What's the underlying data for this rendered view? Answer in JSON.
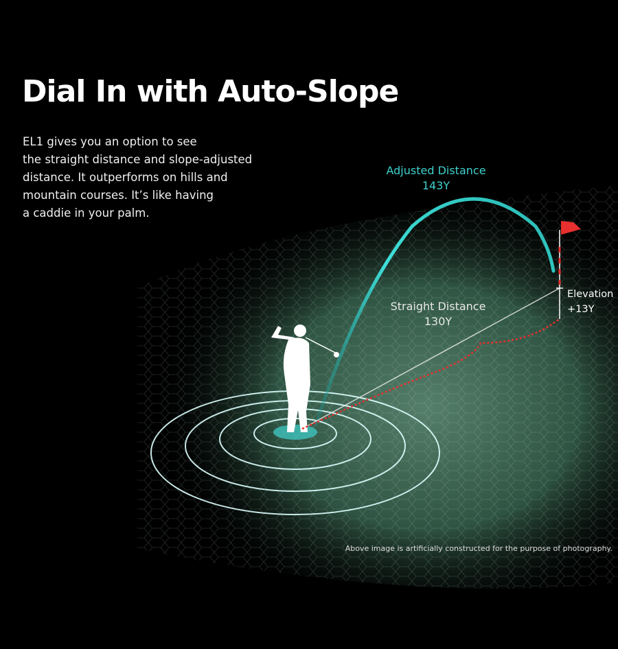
{
  "title": "Dial In with Auto-Slope",
  "description_lines": [
    "EL1 gives you an option to see",
    "the straight distance and slope-adjusted",
    "distance.  It outperforms on hills and",
    "mountain courses.  It’s like having",
    "a caddie in your palm."
  ],
  "labels": {
    "adjusted_title": "Adjusted Distance",
    "adjusted_value": "143Y",
    "straight_title": "Straight Distance",
    "straight_value": "130Y",
    "elevation_title": "Elevation",
    "elevation_value": "+13Y"
  },
  "disclaimer": "Above image is artificially constructed for the purpose of photography.",
  "colors": {
    "accent": "#3fd2cd",
    "flag": "#e8302e",
    "grass": "#3d6b55"
  }
}
